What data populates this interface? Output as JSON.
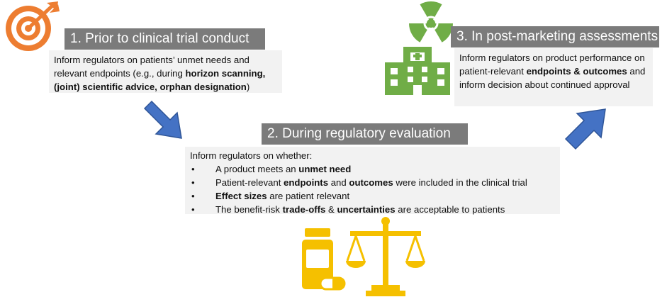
{
  "step1": {
    "title": "1. Prior to clinical trial conduct",
    "text_a": "Inform regulators on patients’ unmet needs and relevant endpoints (e.g., during ",
    "text_b": "horizon scanning, (joint) scientific advice, orphan designation",
    "text_c": ")"
  },
  "step2": {
    "title": "2. During regulatory evaluation",
    "intro": "Inform regulators on whether:",
    "bullets": [
      {
        "a": "A product meets an ",
        "b": "unmet need",
        "c": "",
        "d": "",
        "e": ""
      },
      {
        "a": "Patient-relevant ",
        "b": "endpoints",
        "c": " and ",
        "d": "outcomes",
        "e": " were included in the clinical trial"
      },
      {
        "a": "",
        "b": "Effect sizes",
        "c": " are patient relevant",
        "d": "",
        "e": ""
      },
      {
        "a": "The benefit-risk ",
        "b": "trade-offs",
        "c": " & ",
        "d": "uncertainties",
        "e": " are acceptable to patients"
      }
    ]
  },
  "step3": {
    "title": "3. In post-marketing assessments",
    "text_a": "Inform regulators on product performance on patient-relevant ",
    "text_b": "endpoints & outcomes",
    "text_c": " and inform decision about continued approval"
  },
  "icons": {
    "step1": "target-arrow-icon",
    "step3_top": "radiation-icon",
    "step3_bottom": "hospital-icon",
    "step2_left": "medicine-bottle-icon",
    "step2_right": "balance-scale-icon",
    "arrows": "arrow-icon"
  },
  "colors": {
    "header_bg": "#7b7b7b",
    "box_bg": "#f2f2f2",
    "arrow": "#4472c4",
    "target": "#ed7d31",
    "green": "#70ad47",
    "gold": "#f5c000"
  }
}
